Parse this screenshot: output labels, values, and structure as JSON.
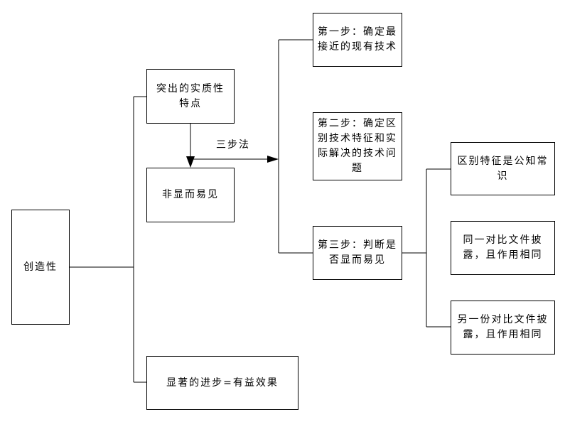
{
  "nodes": {
    "creativity": "创造性",
    "outstanding_features": "突出的实质性特点",
    "non_obvious": "非显而易见",
    "notable_progress": "显著的进步=有益效果",
    "step1": "第一步：确定最接近的现有技术",
    "step2": "第二步：确定区别技术特征和实际解决的技术问题",
    "step3": "第三步：判断是否显而易见",
    "common_knowledge": "区别特征是公知常识",
    "same_document": "同一对比文件披露，且作用相同",
    "other_document": "另一份对比文件披露，且作用相同"
  },
  "edge_label": "三步法",
  "colors": {
    "line": "#000000",
    "border": "#000000",
    "background": "#ffffff",
    "text": "#000000"
  }
}
